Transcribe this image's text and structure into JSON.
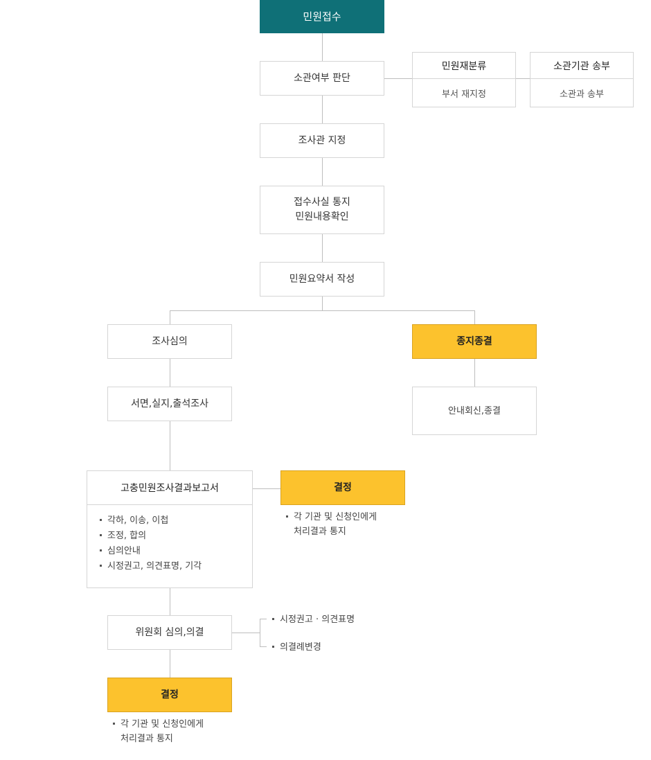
{
  "flow": {
    "receipt": "민원접수",
    "jurisdiction": "소관여부 판단",
    "reclassify": {
      "head": "민원재분류",
      "body": "부서 재지정"
    },
    "transfer": {
      "head": "소관기관 송부",
      "body": "소관과 송부"
    },
    "assign": "조사관 지정",
    "notify": [
      "접수사실 통지",
      "민원내용확인"
    ],
    "summary": "민원요약서 작성",
    "review": "조사심의",
    "investigate": "서면,실지,출석조사",
    "report": {
      "head": "고충민원조사결과보고서",
      "items": [
        "각하, 이송, 이첩",
        "조정, 합의",
        "심의안내",
        "시정권고, 의견표명, 기각"
      ]
    },
    "decision_right": {
      "label": "결정",
      "note": [
        "각 기관 및 신청인에게",
        "처리결과 통지"
      ]
    },
    "stop": "종지종결",
    "stop_result": "안내회신,종결",
    "committee": "위원회 심의,의결",
    "committee_options": [
      "시정권고 · 의견표명",
      "의결례변경"
    ],
    "decision_bottom": {
      "label": "결정",
      "note": [
        "각 기관 및 신청인에게",
        "처리결과 통지"
      ]
    }
  }
}
